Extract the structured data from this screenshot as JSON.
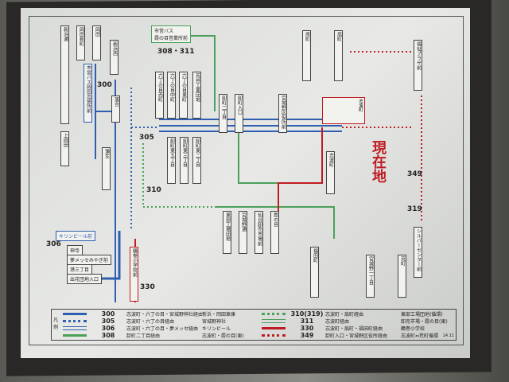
{
  "depot": {
    "title": "市営バス",
    "subtitle": "霞の目営業所前",
    "routes": "308・311"
  },
  "current_location": "現在地",
  "kirin": "キリンビール前",
  "route_numbers": {
    "r300": "300",
    "r305": "305",
    "r310": "310",
    "r306": "306",
    "r330": "330",
    "r349": "349",
    "r319": "319"
  },
  "stops": [
    "新浜通",
    "岡田新町",
    "岡田",
    "新浜西",
    "市営バス岡田出張所前",
    "上岡田",
    "蒲生",
    "落合",
    "六丁の目西町",
    "六丁の目中町",
    "六丁の目東町",
    "荒井工業団地",
    "卸町東五丁目",
    "卸町東三丁目",
    "卸町東二丁目",
    "卸町二丁目",
    "卸町入口",
    "宮城野区役所前",
    "志波町",
    "原町",
    "扇町",
    "福田町",
    "鶴巻小学校前",
    "東部工場団地",
    "宮城野通",
    "仙台卸売市場前",
    "霞の目",
    "夢メッセみやぎ前",
    "港三丁目",
    "出花団地入口",
    "神寺",
    "福祉プラザ前",
    "シルバーセンター前",
    "宮城野一丁目",
    "荒町"
  ],
  "legend": {
    "header": "凡例",
    "rows": [
      {
        "num": "300",
        "via": "志波町・六丁の目・宮城野神社経由",
        "dest": "新浜・岡田車庫",
        "color": "#2f5fb0",
        "style": "solid"
      },
      {
        "num": "305",
        "via": "志波町・六丁の目経由",
        "dest": "宮城野神社",
        "color": "#2f5fb0",
        "style": "dotted"
      },
      {
        "num": "306",
        "via": "志波町・六丁の目・夢メッセ経由",
        "dest": "キリンビール",
        "color": "#2f5fb0",
        "style": "double"
      },
      {
        "num": "308",
        "via": "卸町二丁目経由",
        "dest": "志波町・霞の目(東)",
        "color": "#4aa05a",
        "style": "solid"
      },
      {
        "num": "310(319)",
        "via": "志波町・扇町経由",
        "dest": "東部工場団地(循環)",
        "color": "#4aa05a",
        "style": "dotted"
      },
      {
        "num": "311",
        "via": "志波町経由",
        "dest": "卸売市場・霞の目(東)",
        "color": "#4aa05a",
        "style": "double"
      },
      {
        "num": "330",
        "via": "志波町・扇町・福田町経由",
        "dest": "鶴巻小学校",
        "color": "#c01c24",
        "style": "solid"
      },
      {
        "num": "349",
        "via": "卸町入口・宮城野区役所経由",
        "dest": "志波町⇔荒町循環",
        "color": "#c01c24",
        "style": "dotted"
      }
    ],
    "code": "14.11"
  }
}
